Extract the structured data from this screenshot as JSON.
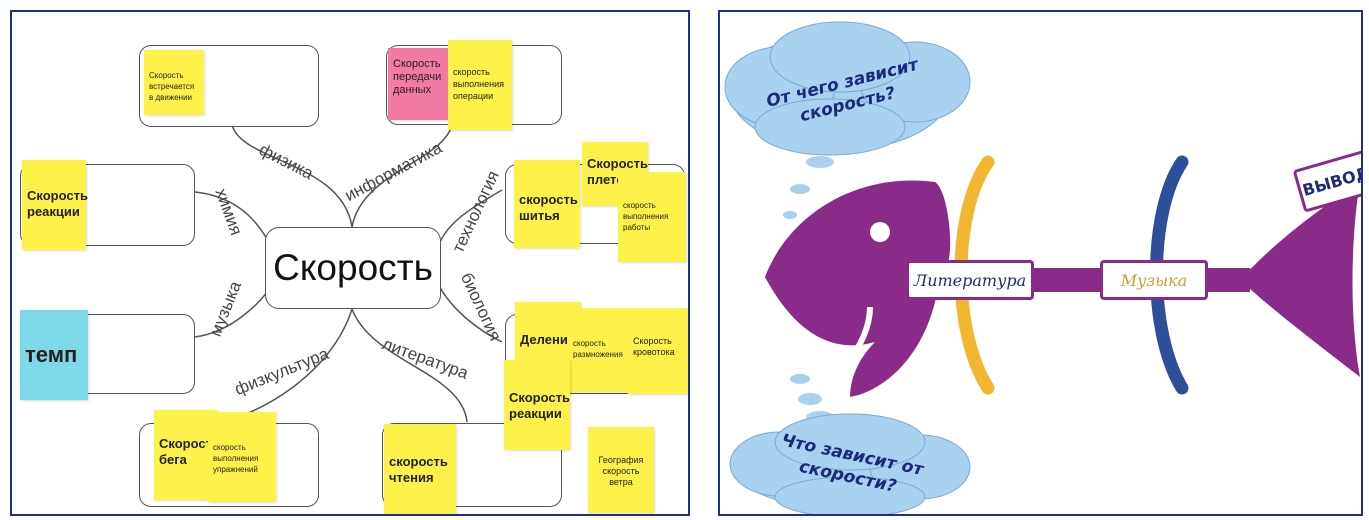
{
  "mindmap": {
    "center": "Скорость",
    "branches": {
      "physics": "физика",
      "informatics": "информатика",
      "chemistry": "химия",
      "technology": "технология",
      "music": "музыка",
      "biology": "биология",
      "pe": "физкультура",
      "literature": "литература"
    },
    "stickies": {
      "physics_note": "Скорость встречается в движении",
      "data_transfer": "Скорость передачи данных",
      "operation_speed": "скорость выполнения операции",
      "reaction_chem": "Скорость реакции",
      "sewing": "скорость шитья",
      "weaving": "Скорость плетения",
      "work_speed": "скорость выполнения работы",
      "tempo": "темп",
      "division": "Деление",
      "reproduction": "скорость размножения",
      "blood_flow": "Скорость кровотока",
      "reaction_bio": "Скорость реакции",
      "running": "Скорость бега",
      "exercise": "скорость выполнения упражнений",
      "reading": "скорость чтения",
      "geography": "География скорость ветра"
    },
    "colors": {
      "sticky": "#fef24a",
      "pink": "#f47aa6",
      "cyan": "#7dd8e8"
    }
  },
  "fishbone": {
    "question_top": "От чего зависит скорость?",
    "question_bottom": "Что зависит от скорости?",
    "bone1": "Литература",
    "bone2": "Музыка",
    "conclusion": "ВЫВОД:",
    "colors": {
      "fish": "#8a2b8a",
      "cloud": "#a9d2f0",
      "rib_yellow": "#f2b630",
      "rib_blue": "#2f4f9a"
    }
  }
}
